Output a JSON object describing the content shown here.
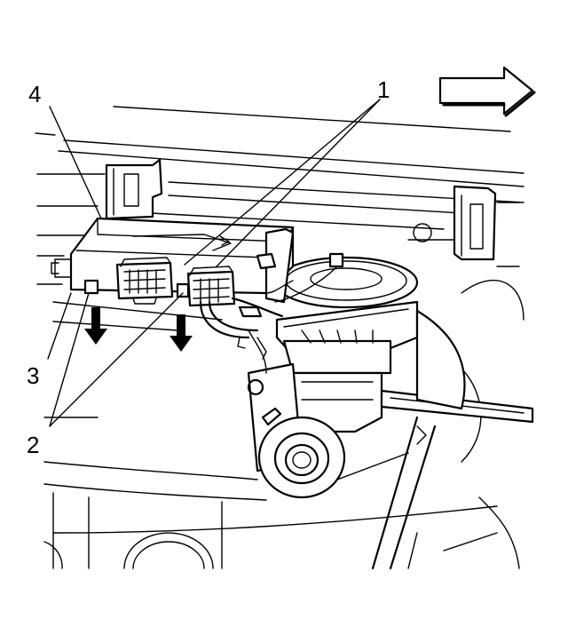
{
  "callouts": {
    "c1": "1",
    "c2": "2",
    "c3": "3",
    "c4": "4"
  },
  "icons": {
    "direction_arrow": "right-arrow-icon",
    "removal_arrows": "down-arrow-icon"
  },
  "colors": {
    "line": "#000000",
    "background": "#ffffff"
  }
}
